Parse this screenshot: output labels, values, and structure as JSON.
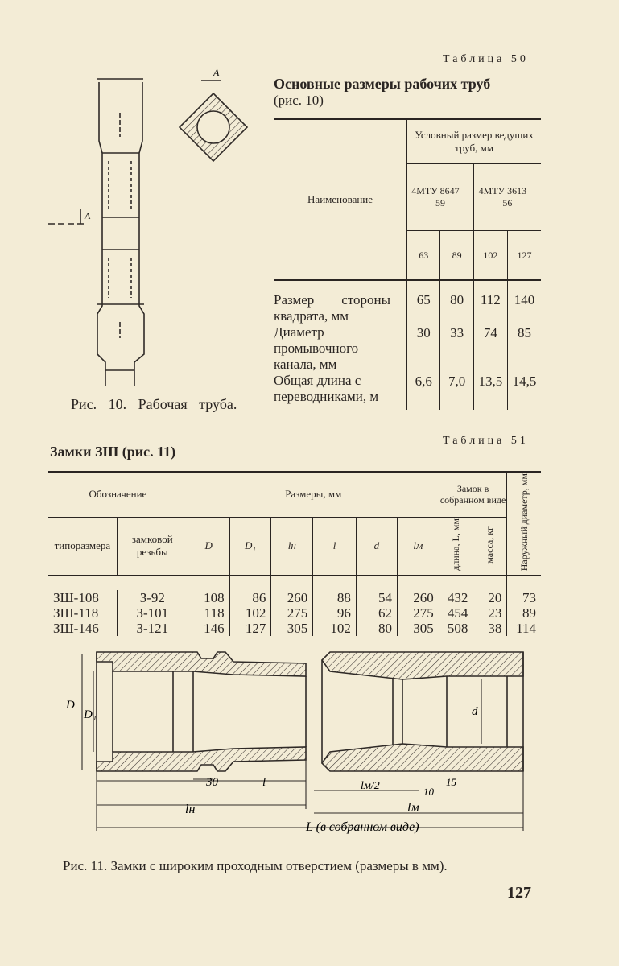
{
  "page_number": "127",
  "table50": {
    "label": "Таблица 50",
    "title": "Основные размеры рабочих труб",
    "subtitle": "(рис. 10)",
    "head_name": "Наименование",
    "head_cond": "Условный размер ведущих труб, мм",
    "std1": "4МТУ 8647—59",
    "std2": "4МТУ 3613—56",
    "sizes": [
      "63",
      "89",
      "102",
      "127"
    ],
    "rows": [
      {
        "name": "Размер стороны квадрата, мм",
        "vals": [
          "65",
          "80",
          "112",
          "140"
        ]
      },
      {
        "name": "Диаметр промывочного канала, мм",
        "vals": [
          "30",
          "33",
          "74",
          "85"
        ]
      },
      {
        "name": "Общая длина с переводниками, м",
        "vals": [
          "6,6",
          "7,0",
          "13,5",
          "14,5"
        ]
      }
    ]
  },
  "fig10": {
    "caption": "Рис. 10. Рабочая труба.",
    "mark_a1": "A",
    "mark_a2": "A"
  },
  "table51": {
    "label": "Таблица 51",
    "title": "Замки ЗШ (рис. 11)",
    "head_designation": "Обозначение",
    "head_type": "типоразмера",
    "head_thread": "замковой резьбы",
    "head_sizes": "Размеры, мм",
    "size_cols": [
      "D",
      "D₁",
      "lн",
      "l",
      "d",
      "lм"
    ],
    "head_assembled": "Замок в собранном виде",
    "head_length": "длина, L, мм",
    "head_mass": "масса, кг",
    "head_outer": "Наружный диаметр, мм",
    "rows": [
      {
        "type": "ЗШ-108",
        "thread": "З-92",
        "vals": [
          "108",
          "86",
          "260",
          "88",
          "54",
          "260",
          "432",
          "20",
          "73"
        ]
      },
      {
        "type": "ЗШ-118",
        "thread": "З-101",
        "vals": [
          "118",
          "102",
          "275",
          "96",
          "62",
          "275",
          "454",
          "23",
          "89"
        ]
      },
      {
        "type": "ЗШ-146",
        "thread": "З-121",
        "vals": [
          "146",
          "127",
          "305",
          "102",
          "80",
          "305",
          "508",
          "38",
          "114"
        ]
      }
    ]
  },
  "fig11": {
    "caption": "Рис. 11. Замки с широким проходным отверстием (размеры в мм).",
    "lbl_D": "D",
    "lbl_D1": "D₁",
    "lbl_d": "d",
    "lbl_30": "30",
    "lbl_l": "l",
    "lbl_lh": "lн",
    "lbl_lm2": "lм/2",
    "lbl_10": "10",
    "lbl_15": "15",
    "lbl_lm": "lм",
    "lbl_L": "L (в собранном виде)"
  }
}
